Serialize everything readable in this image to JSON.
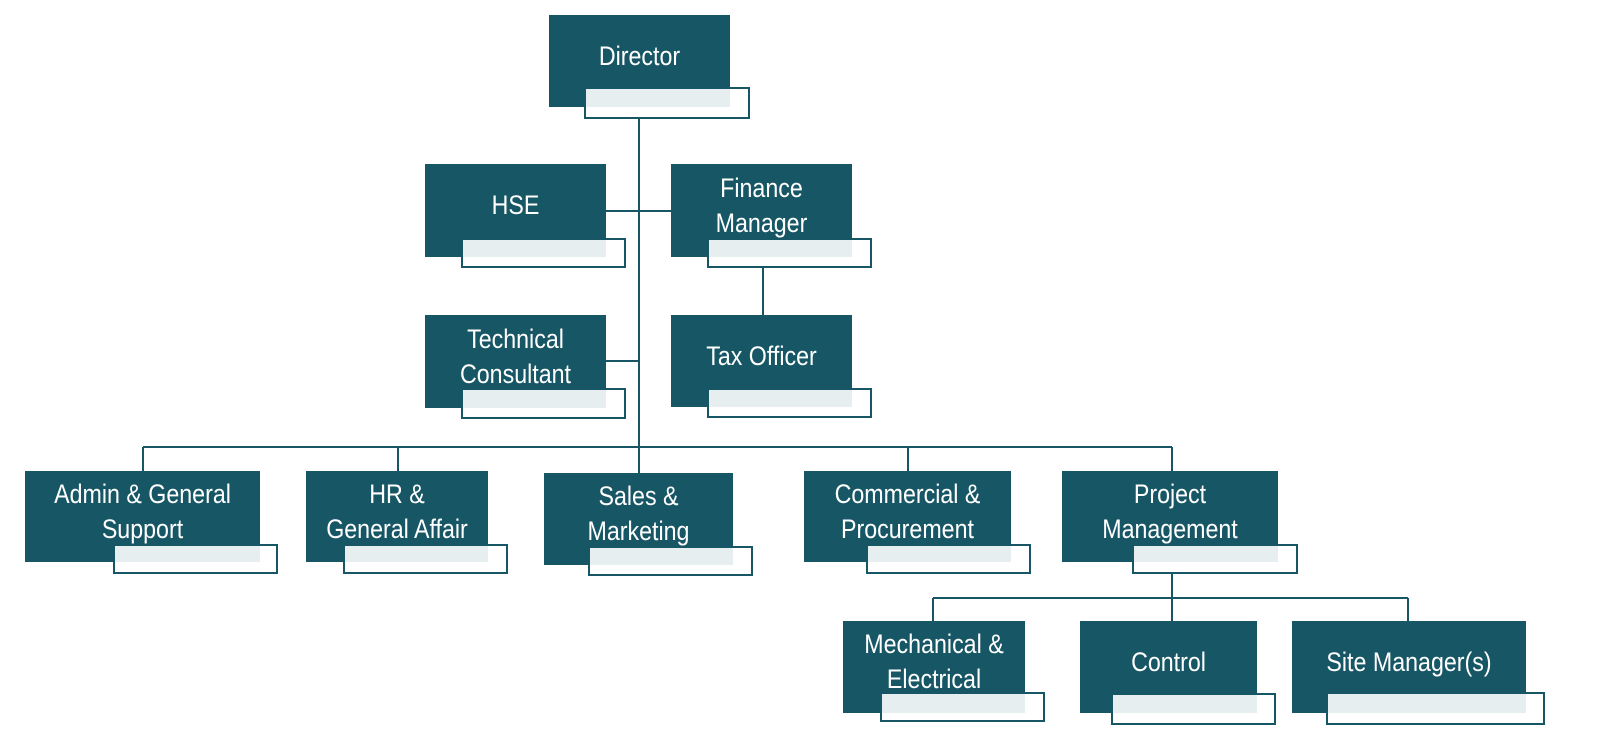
{
  "nodes": {
    "director": "Director",
    "hse": "HSE",
    "finance_manager": "Finance\nManager",
    "technical_consultant": "Technical\nConsultant",
    "tax_officer": "Tax Officer",
    "admin_general_support": "Admin & General\nSupport",
    "hr_general_affair": "HR &\nGeneral Affair",
    "sales_marketing": "Sales &\nMarketing",
    "commercial_procurement": "Commercial &\nProcurement",
    "project_management": "Project\nManagement",
    "mechanical_electrical": "Mechanical &\nElectrical",
    "control": "Control",
    "site_managers": "Site Manager(s)"
  },
  "colors": {
    "box": "#175665",
    "accent_fill": "#e6eef0",
    "line": "#175665"
  }
}
